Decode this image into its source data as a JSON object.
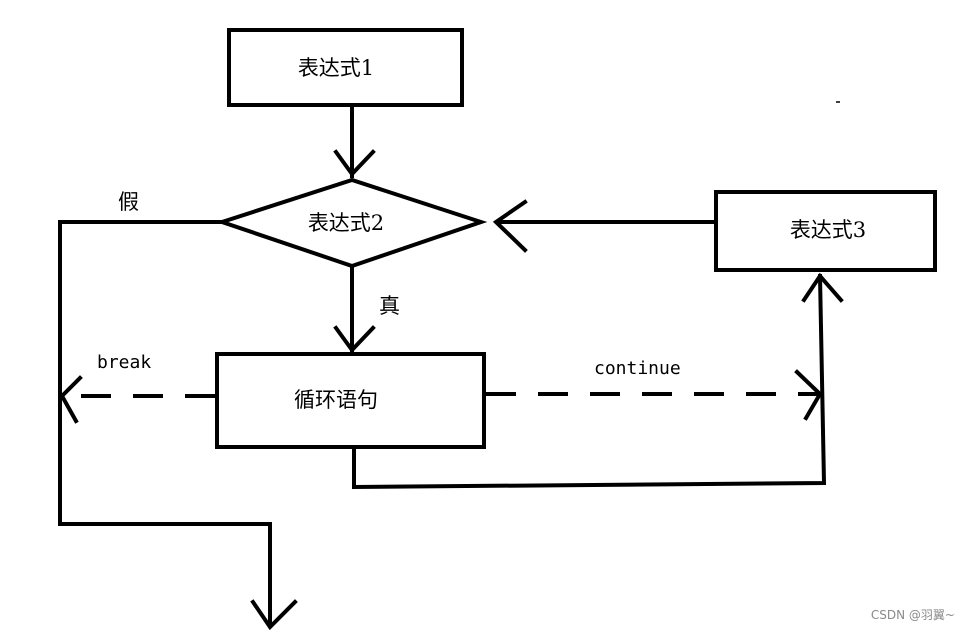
{
  "nodes": {
    "expr1": "表达式1",
    "expr2": "表达式2",
    "expr3": "表达式3",
    "body": "循环语句"
  },
  "edges": {
    "false_label": "假",
    "true_label": "真",
    "break_label": "break",
    "continue_label": "continue"
  },
  "watermark": "CSDN @羽翼~"
}
